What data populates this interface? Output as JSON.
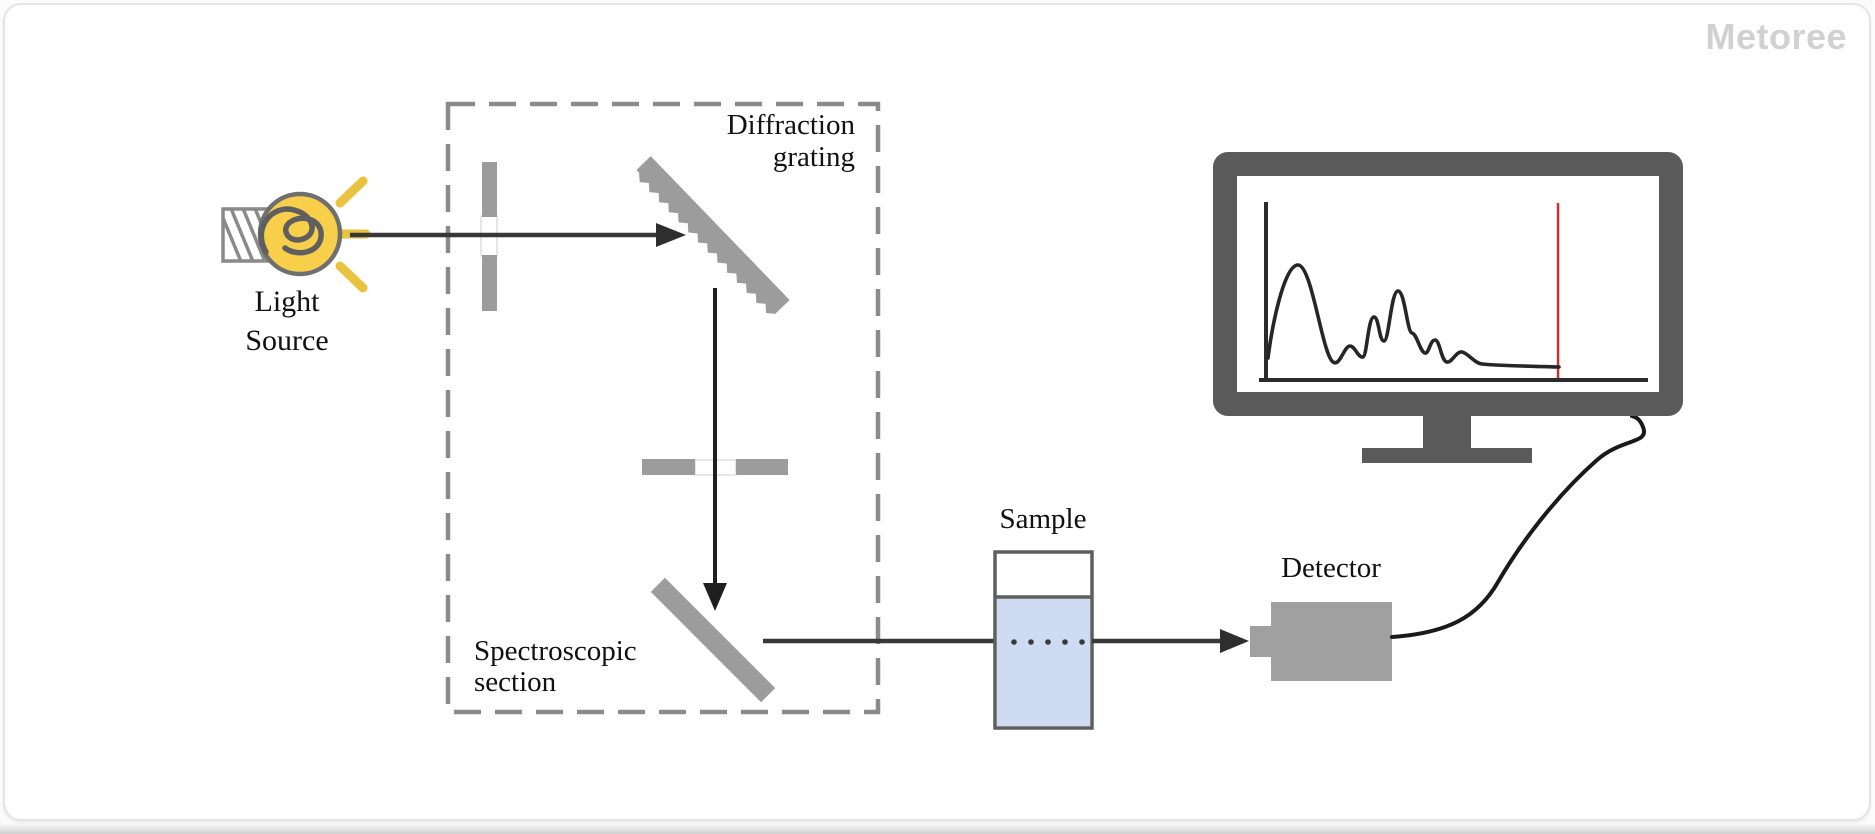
{
  "logo": {
    "text": "Metoree",
    "color": "#d1d1d1"
  },
  "labels": {
    "light_source": [
      "Light",
      "Source"
    ],
    "diffraction_grating": [
      "Diffraction",
      "grating"
    ],
    "spectroscopic_section": [
      "Spectroscopic",
      "section"
    ],
    "sample": "Sample",
    "detector": "Detector"
  },
  "icons": [
    "light-bulb-icon",
    "slit-icon",
    "diffraction-grating-icon",
    "mirror-icon",
    "cuvette-icon",
    "detector-icon",
    "monitor-icon",
    "spectrum-trace-icon",
    "cable-icon",
    "arrow-icon"
  ],
  "colors": {
    "component_gray": "#9c9c9c",
    "monitor_gray": "#5a5a5a",
    "beam_black": "#383838",
    "dashed_border_gray": "#8b8b8b",
    "bulb_yellow": "#f7cf4b",
    "ray_yellow": "#e9c23e",
    "liquid_blue": "#cfdbf3",
    "cursor_red": "#c5342f",
    "logo_gray": "#d1d1d1"
  }
}
